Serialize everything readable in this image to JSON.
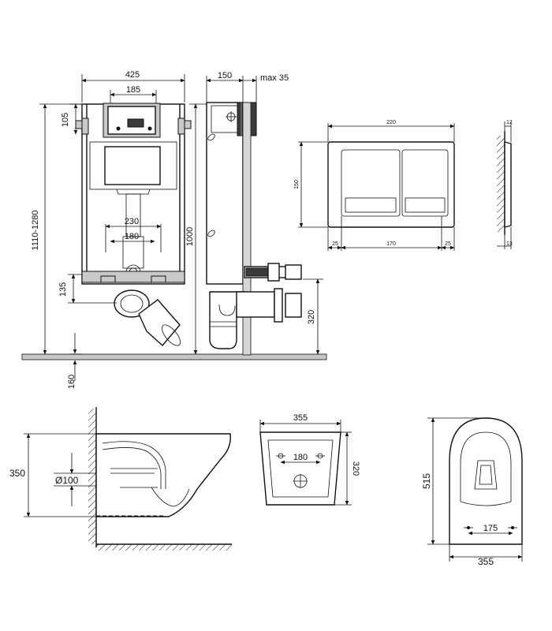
{
  "frame": {
    "dims": {
      "width": "425",
      "bracket": "185",
      "pipe_span": "230",
      "pipe_inner": "180",
      "top": "105",
      "bottom": "135",
      "height_range": "1110-1280",
      "floor": "160"
    }
  },
  "side": {
    "dims": {
      "depth": "150",
      "max": "max 35",
      "height": "1000",
      "outlet": "320"
    }
  },
  "button_plate": {
    "dims": {
      "width": "220",
      "height": "150",
      "left": "25",
      "middle": "170",
      "right": "25"
    }
  },
  "plate_side": {
    "dims": {
      "top": "12",
      "bottom": "13"
    }
  },
  "bowl_side": {
    "dims": {
      "height": "350",
      "pipe": "Ø100"
    }
  },
  "bowl_back": {
    "dims": {
      "width": "355",
      "holes": "180",
      "height": "320"
    }
  },
  "bowl_top": {
    "dims": {
      "length": "515",
      "holes": "175",
      "width": "355"
    }
  }
}
